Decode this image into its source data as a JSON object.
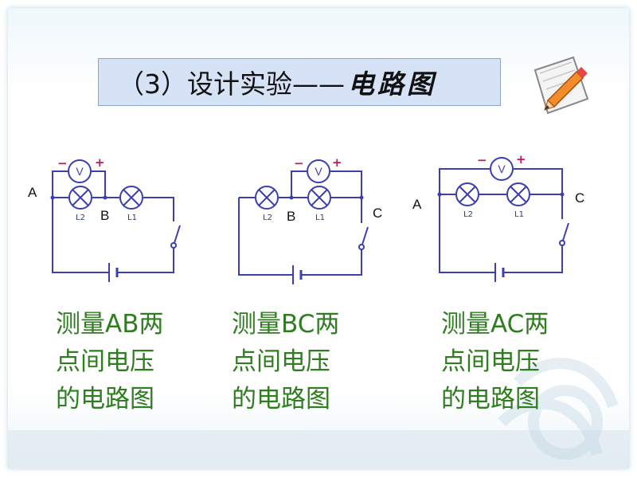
{
  "slide": {
    "title_prefix": "（3）设计实验——",
    "title_emphasis": "电路图",
    "colors": {
      "wire": "#3b3fb0",
      "caption": "#2e7d1e",
      "sign": "#c2185b",
      "title_bg": "#d6e3f7"
    },
    "icon": "pencil-note-icon"
  },
  "circuits": [
    {
      "point_labels": [
        "A",
        "B"
      ],
      "lamp_labels": [
        "L2",
        "L1"
      ],
      "meter_label": "V",
      "neg_sign": "−",
      "pos_sign": "+",
      "caption": [
        "测量AB两",
        "点间电压",
        "的电路图"
      ]
    },
    {
      "point_labels": [
        "B",
        "C"
      ],
      "lamp_labels": [
        "L2",
        "L1"
      ],
      "meter_label": "V",
      "neg_sign": "−",
      "pos_sign": "+",
      "caption": [
        "测量BC两",
        "点间电压",
        "的电路图"
      ]
    },
    {
      "point_labels": [
        "A",
        "C"
      ],
      "lamp_labels": [
        "L2",
        "L1"
      ],
      "meter_label": "V",
      "neg_sign": "−",
      "pos_sign": "+",
      "caption": [
        "测量AC两",
        "点间电压",
        "的电路图"
      ]
    }
  ]
}
